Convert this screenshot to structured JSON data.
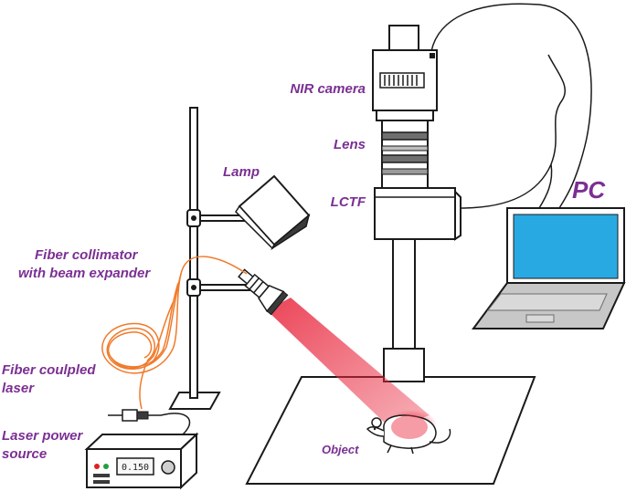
{
  "labels": {
    "nir_camera": "NIR camera",
    "lens": "Lens",
    "lctf": "LCTF",
    "pc": "PC",
    "lamp": "Lamp",
    "fiber_collimator_line1": "Fiber collimator",
    "fiber_collimator_line2": "with beam expander",
    "fiber_laser_line1": "Fiber coulpled",
    "fiber_laser_line2": "laser",
    "laser_source_line1": "Laser power",
    "laser_source_line2": "source",
    "object": "Object"
  },
  "laser_source": {
    "display_value": "0.150"
  },
  "colors": {
    "label": "#7b2f93",
    "fiber": "#f07a2a",
    "beam": "#e8243a",
    "screen": "#29a9e1",
    "outline": "#1a1a1a"
  }
}
